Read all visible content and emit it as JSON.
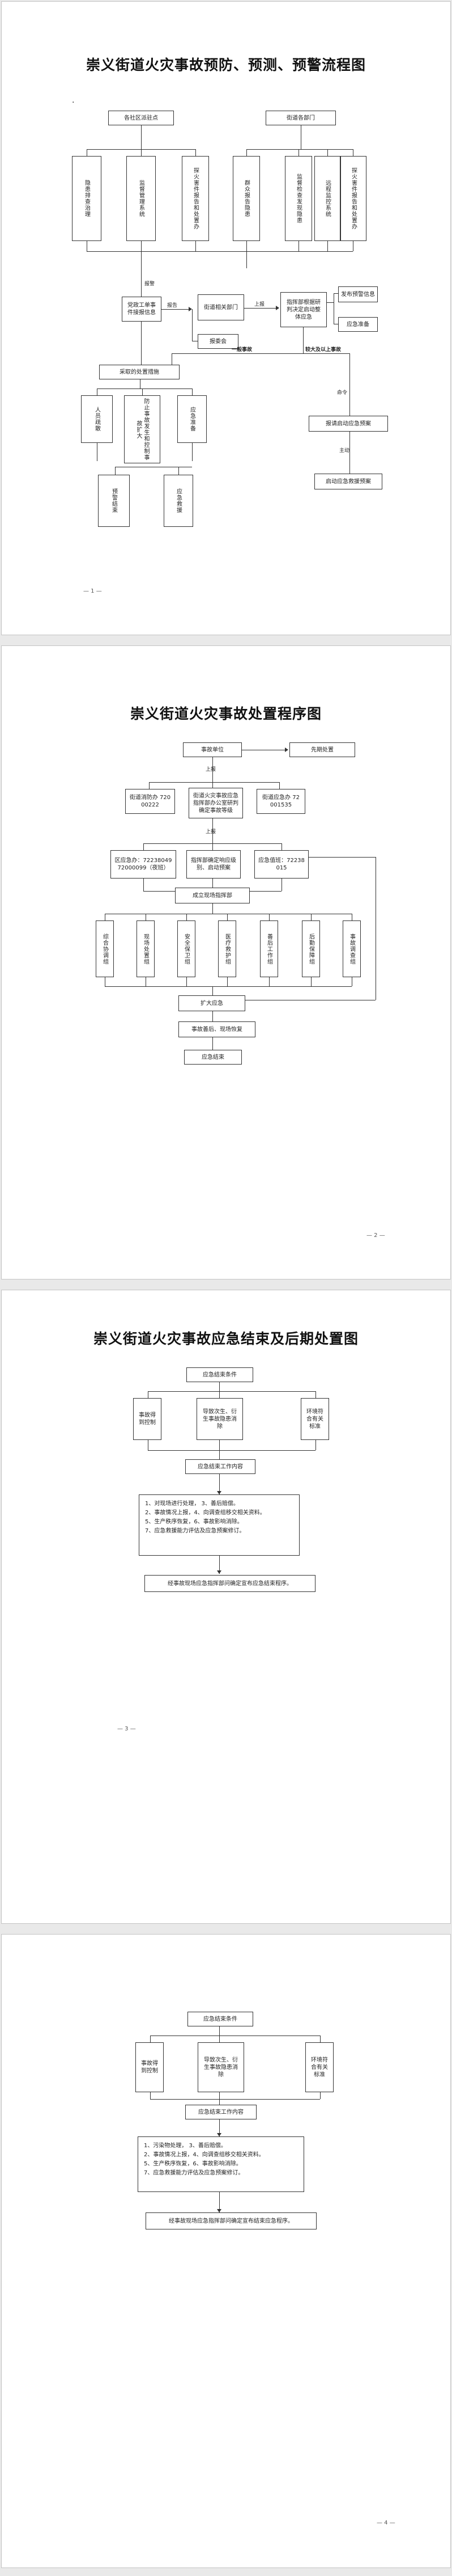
{
  "page1": {
    "title": "崇义街道火灾事故预防、预测、预警流程图",
    "dot": "·",
    "community": "各社区派驻点",
    "departments": "街道各部门",
    "col1": "隐患排查治理",
    "col2": "监督管理系统",
    "col3": "探火害件报告和处置办",
    "col4": "群众报告隐患",
    "col5": "监督检查发现隐患",
    "col6": "远程监控系统",
    "col7": "探火害件报告和处置办",
    "lbl_report": "报告",
    "lbl_alarm": "报警",
    "accept": "党政工单事件接报信息",
    "receive_dept": "街道相关部门",
    "report_box": "报委会",
    "lbl_upreport": "上报",
    "command": "指挥部根据研判决定启动整体应急",
    "issue_warning": "发布预警信息",
    "emergency_prep": "应急准备",
    "lbl_general": "一般事故",
    "lbl_major": "较大及以上事故",
    "response": "采取的处置措施",
    "evacuate": "人员疏散",
    "prevent": "防止事故发生和控制事故扩大",
    "emergency_ready": "应急准备",
    "warning_release": "预警结束",
    "rescue": "应急救援",
    "lbl_order": "命令",
    "city_plan": "报请启动应急预案",
    "lbl_then": "主动",
    "start_plan": "启动应急救援预案",
    "page_num": "— 1 —"
  },
  "page2": {
    "title": "崇义街道火灾事故处置程序图",
    "accident_unit": "事故单位",
    "first_aid": "先期处置",
    "lbl_report1": "上报",
    "street_office": "街道消防办 72000222",
    "command_hq": "街道火灾事故应急指挥部办公室研判确定事故等级",
    "street_monitor": "街道应急办 72001535",
    "lbl_report2": "上报",
    "district_phone": "区应急办：72238049 72000099（夜班）",
    "hq_decision": "指挥部确定响应级别、启动预案",
    "emergency_dept": "应急值班：72238015",
    "form_hq": "成立现场指挥部",
    "groups": [
      "综合协调组",
      "现场处置组",
      "安全保卫组",
      "医疗救护组",
      "善后工作组",
      "后勤保障组",
      "事故调查组"
    ],
    "expand": "扩大应急",
    "recovery": "事故善后、现场恢复",
    "end": "应急结束",
    "page_num": "— 2 —"
  },
  "page3": {
    "title": "崇义街道火灾事故应急结束及后期处置图",
    "condition": "应急结束条件",
    "cond1": "事故得到控制",
    "cond2": "导致次生、衍生事故隐患消除",
    "cond3": "环境符合有关标准",
    "work": "应急结束工作内容",
    "items": [
      "1、对现场进行处理，    3、善后赔偿。",
      "2、事故情况上报，4、向调查组移交相关资料。",
      "5、生产秩序恢复，6、事故影响消除。",
      "7、应急救援能力评估及应急预案修订。"
    ],
    "confirm": "经事故现场应急指挥部问确定宣布应急结束程序。",
    "page_num": "— 3 —"
  },
  "page4": {
    "condition": "应急结束条件",
    "cond1": "事故得到控制",
    "cond2": "导致次生、衍生事故隐患消除",
    "cond3": "环境符合有关标准",
    "work": "应急结束工作内容",
    "items": [
      "1、污染物处理，    3、善后赔偿。",
      "2、事故情况上报，4、向调查组移交相关资料。",
      "5、生产秩序恢复，6、事故影响消除。",
      "7、应急救援能力评估及应急预案修订。"
    ],
    "confirm": "经事故现场应急指挥部问确定宣布结束应急程序。",
    "page_num": "— 4 —"
  }
}
